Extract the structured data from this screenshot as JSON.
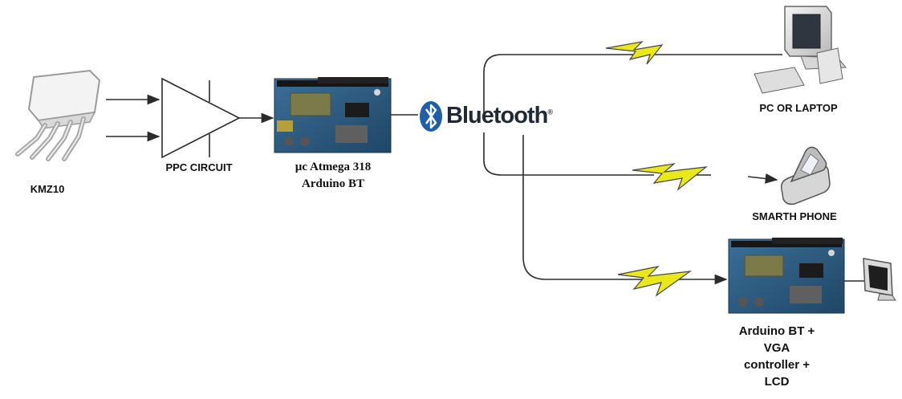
{
  "labels": {
    "sensor": "KMZ10",
    "ppc": "PPC CIRCUIT",
    "mcu_line1": "µc Atmega 318",
    "mcu_line2": "Arduino BT",
    "bluetooth": "Bluetooth",
    "bluetooth_mark": "®",
    "pc": "PC OR LAPTOP",
    "phone": "SMARTH PHONE",
    "vga_line1": "Arduino BT +",
    "vga_line2": "VGA",
    "vga_line3": "controller +",
    "vga_line4": "LCD"
  },
  "colors": {
    "line": "#2b2b2b",
    "bolt": "#e8e81a",
    "board": "#2c5d86",
    "bluetooth_blue": "#1f5fa8"
  },
  "icons": [
    "kmz10-sensor-icon",
    "amplifier-icon",
    "arduino-board-icon",
    "bluetooth-icon",
    "lightning-bolt-icon",
    "pc-icon",
    "smartphone-icon",
    "monitor-icon"
  ]
}
